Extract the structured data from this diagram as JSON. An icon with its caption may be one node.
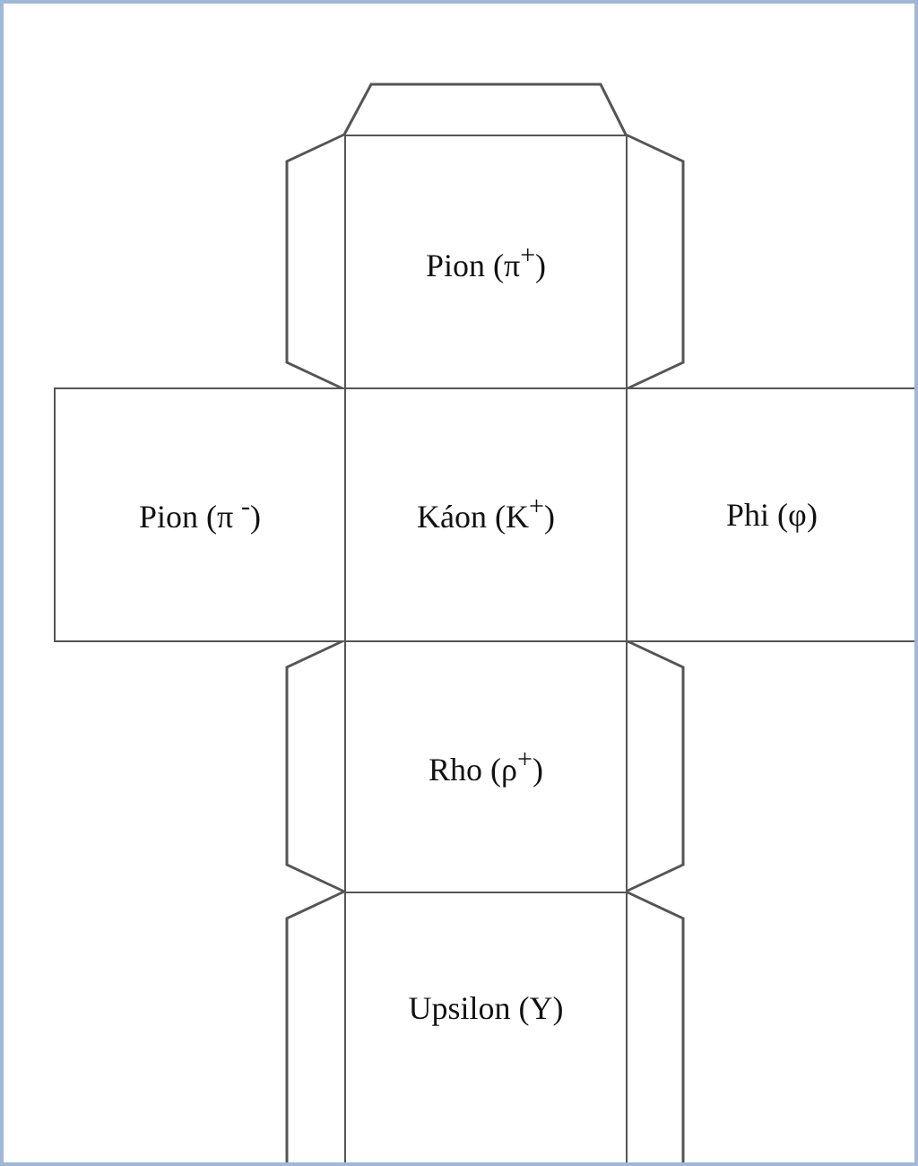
{
  "diagram": {
    "nodes": [
      {
        "text": [
          "Pion (π$^{+}$)"
        ]
      },
      {
        "text": [
          "Pion (π $^{-}$)"
        ]
      },
      {
        "text": [
          "Káon (K$^{+}$)"
        ]
      },
      {
        "text": [
          "Phi (φ)"
        ]
      },
      {
        "text": [
          "Rho (ρ$^{+}$)"
        ]
      },
      {
        "text": [
          "Upsilon (Υ)"
        ]
      }
    ]
  }
}
